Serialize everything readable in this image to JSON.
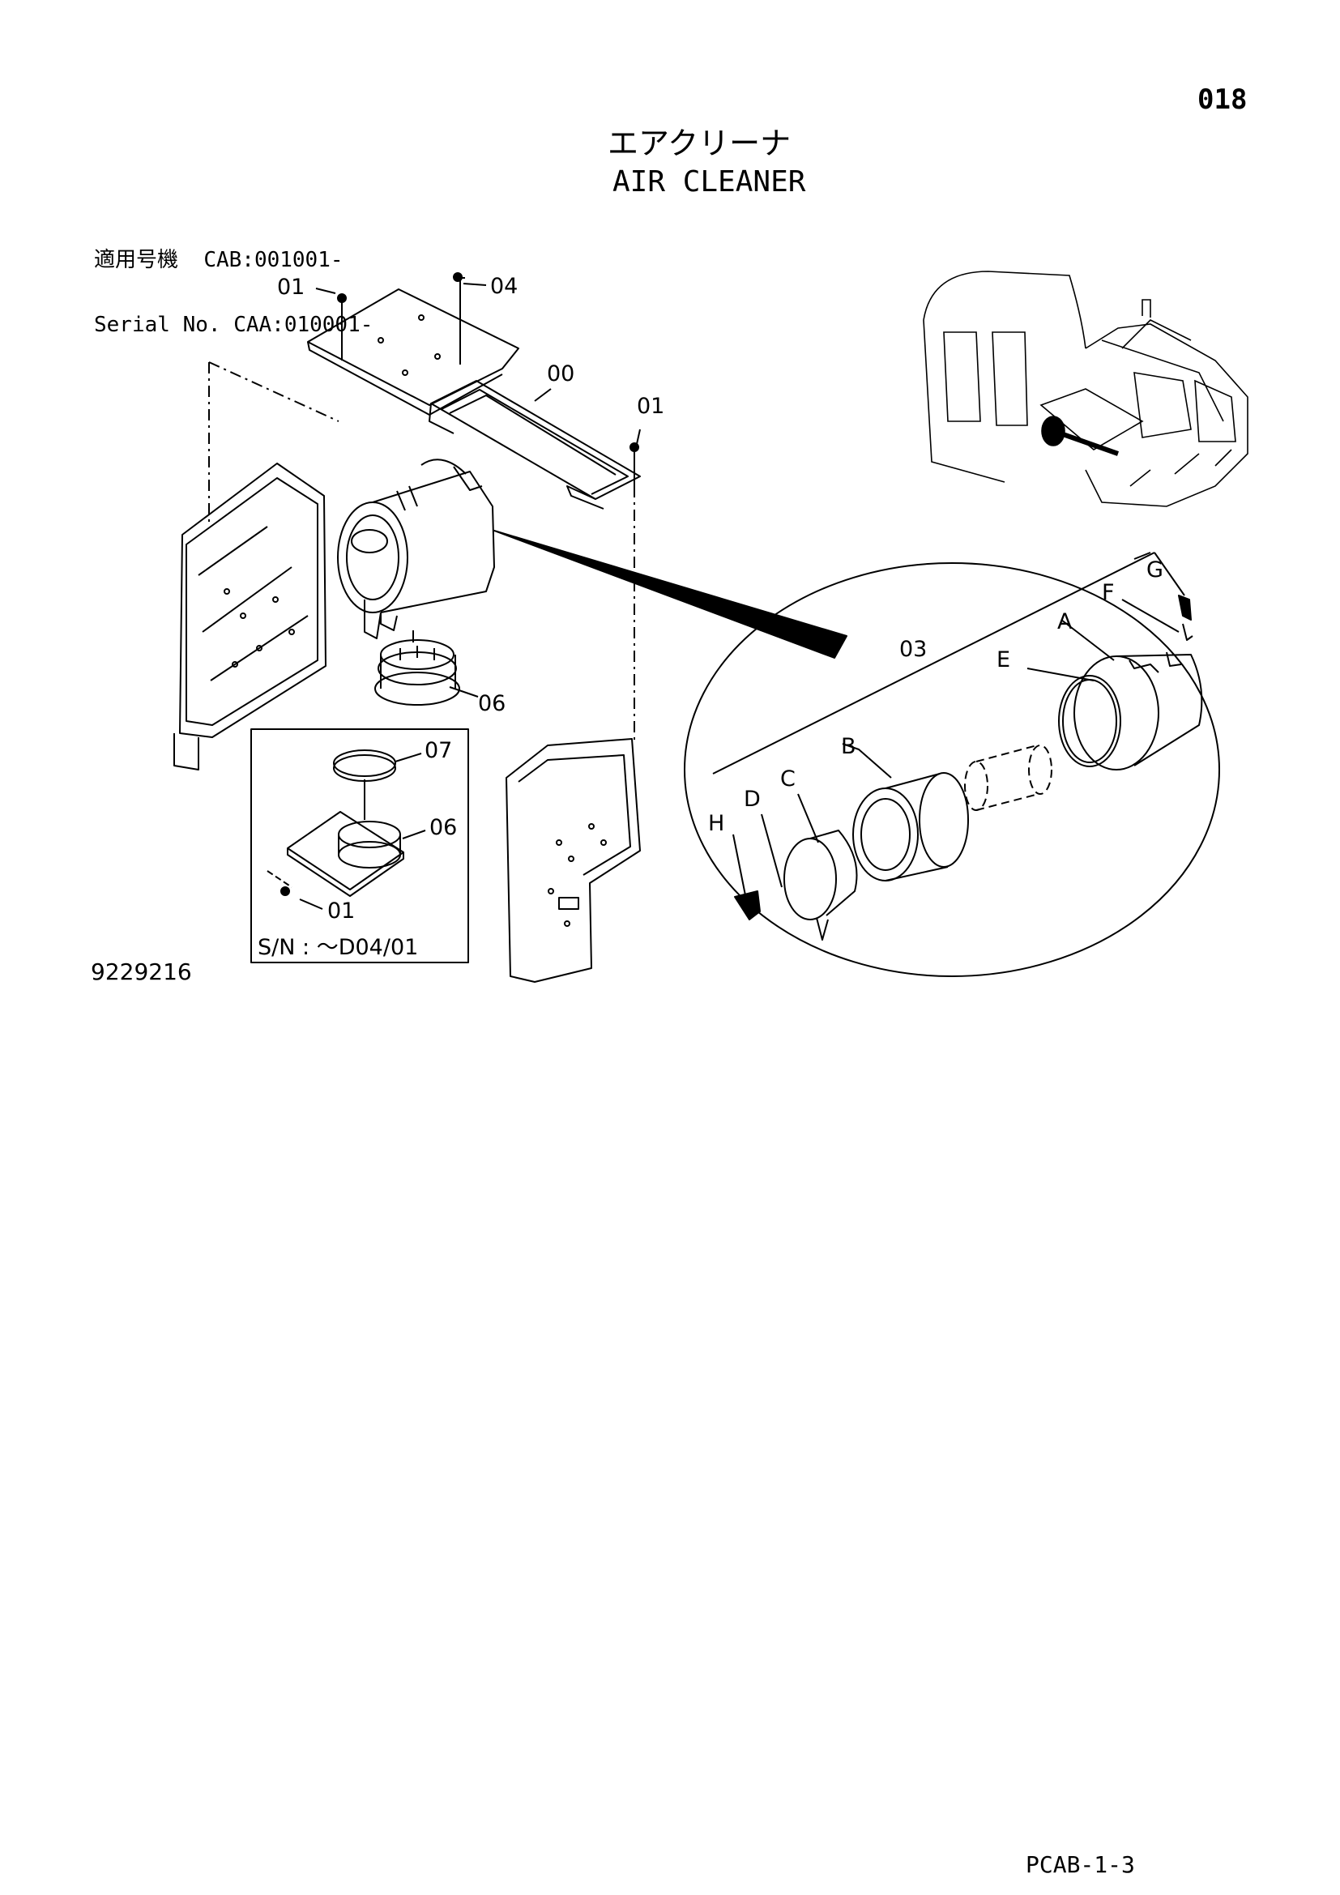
{
  "page_number": "018",
  "title_japanese": "エアクリーナ",
  "title_english": "AIR CLEANER",
  "applicability": {
    "line1_label": "適用号機",
    "line1_value": "CAB:001001-",
    "line2_label": "Serial No.",
    "line2_value": "CAA:010001-"
  },
  "drawing_number": "9229216",
  "page_code": "PCAB-1-3",
  "callouts": {
    "c01_top": "01",
    "c04": "04",
    "c00": "00",
    "c01_right": "01",
    "c06": "06",
    "c07_inset": "07",
    "c06_inset": "06",
    "c01_inset": "01",
    "c03": "03",
    "cA": "A",
    "cB": "B",
    "cC": "C",
    "cD": "D",
    "cE": "E",
    "cF": "F",
    "cG": "G",
    "cH": "H"
  },
  "inset_serial_note": "S/N : ～D04/01"
}
